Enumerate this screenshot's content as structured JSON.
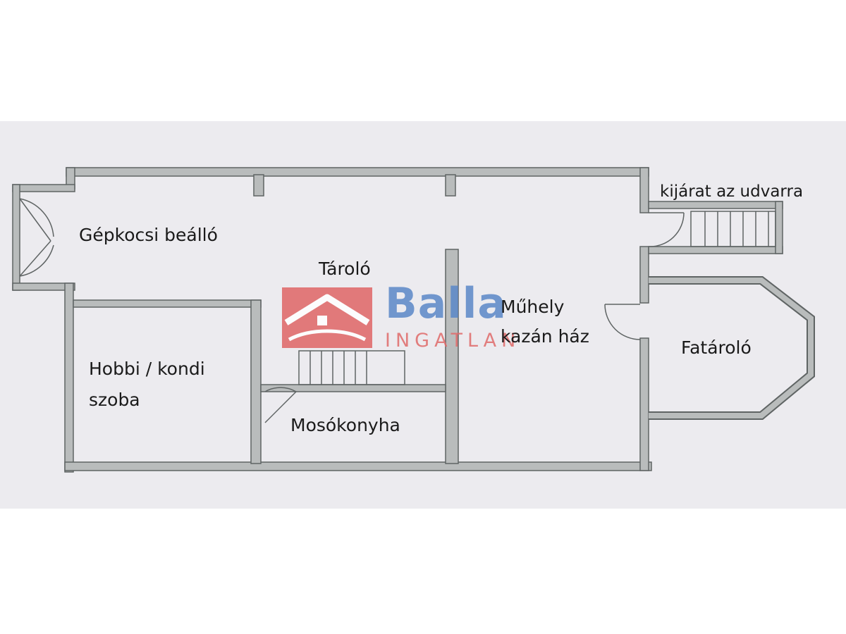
{
  "plan": {
    "rooms": {
      "garage": "Gépkocsi beálló",
      "storage": "Tároló",
      "workshop_line1": "Műhely",
      "workshop_line2": "kazán ház",
      "hobby_line1": "Hobbi / kondi",
      "hobby_line2": "szoba",
      "laundry": "Mosókonyha",
      "woodshed": "Fatároló",
      "yard_exit": "kijárat az udvarra"
    },
    "colors": {
      "sheet": "#ecebef",
      "wall_fill": "#b9bcbc",
      "wall_stroke": "#5f6464"
    }
  },
  "watermark": {
    "word1": "Balla",
    "word2": "INGATLAN",
    "icon": "house-roof-icon",
    "colors": {
      "red": "#e06a6a",
      "blue": "#5b88c8"
    }
  }
}
